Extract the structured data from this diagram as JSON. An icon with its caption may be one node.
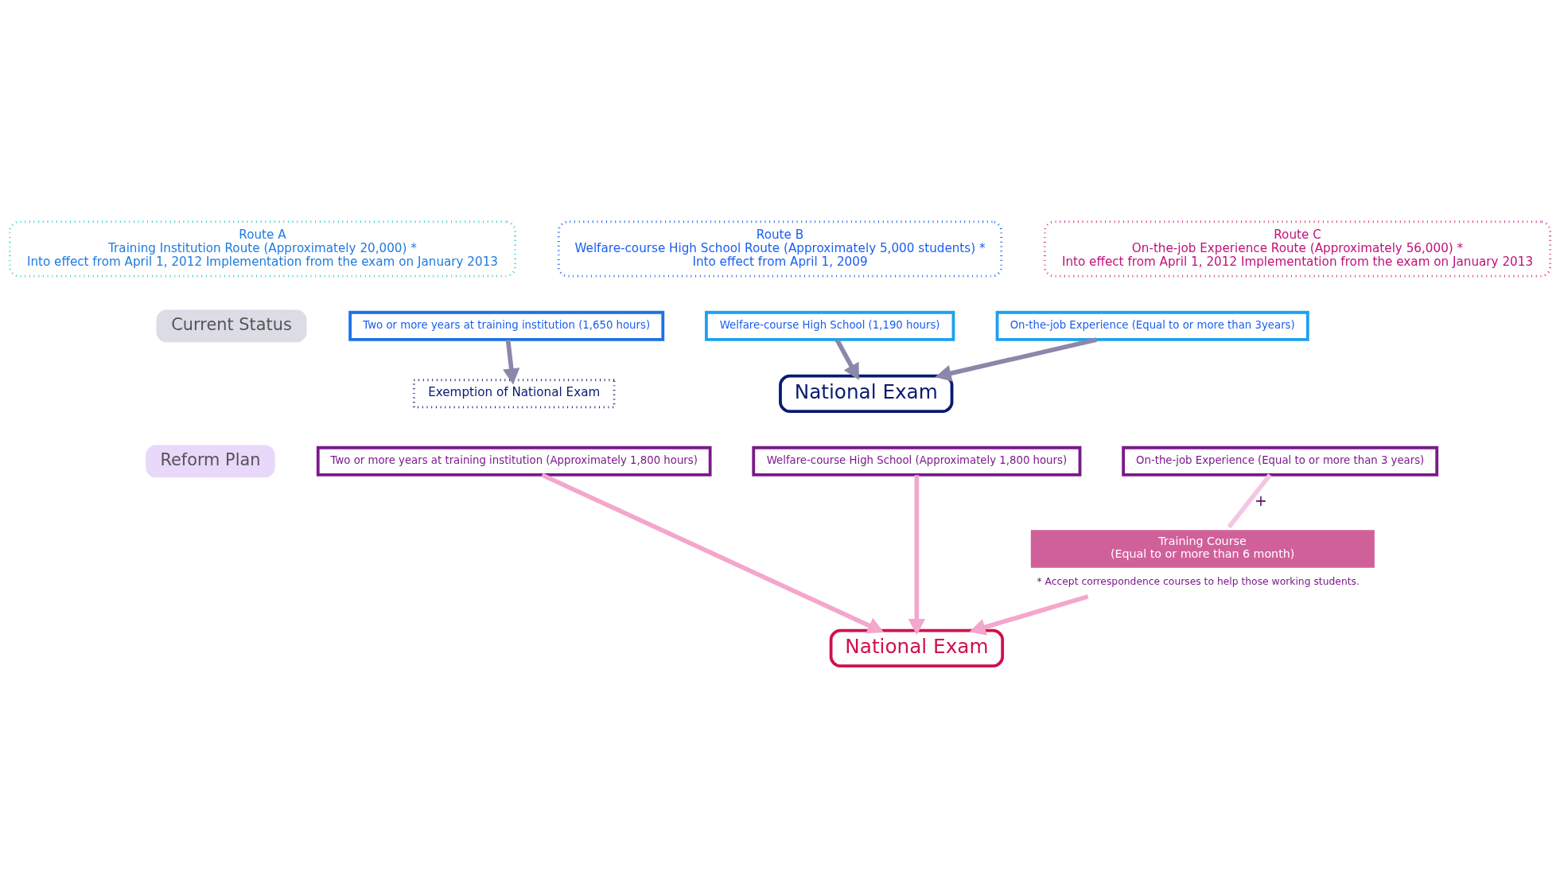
{
  "diagram": {
    "nodes": [
      {
        "text": [
          "Route A",
          "Training Institution Route (Approximately 20,000) *",
          "Into effect from April 1, 2012 Implementation from the exam on January 2013"
        ]
      },
      {
        "text": [
          "Route B",
          "Welfare-course High School Route (Approximately 5,000 students) *",
          "Into effect from April 1, 2009"
        ]
      },
      {
        "text": [
          "Route C",
          "On-the-job Experience Route (Approximately 56,000) *",
          "Into effect from April 1, 2012 Implementation from the exam on January 2013"
        ]
      },
      {
        "text": [
          "Current Status"
        ]
      },
      {
        "text": [
          "Reform Plan"
        ]
      },
      {
        "text": [
          "Two or more years at training institution (1,650 hours)"
        ]
      },
      {
        "text": [
          "Welfare-course High School (1,190 hours)"
        ]
      },
      {
        "text": [
          "On-the-job Experience (Equal to or more than 3years)"
        ]
      },
      {
        "text": [
          "Exemption of National Exam"
        ]
      },
      {
        "text": [
          "National Exam"
        ]
      },
      {
        "text": [
          "Two or more years at training institution (Approximately 1,800 hours)"
        ]
      },
      {
        "text": [
          "Welfare-course High School (Approximately 1,800 hours)"
        ]
      },
      {
        "text": [
          "On-the-job Experience (Equal to or more than 3 years)"
        ]
      },
      {
        "text": [
          "Training Course",
          "(Equal to or more than 6 month)"
        ],
        "beside": [
          "* Accept correspondence courses to help those working students."
        ]
      },
      {
        "text": [
          "National Exam"
        ]
      }
    ],
    "edges": [
      {
        "from": 5,
        "to": 8,
        "arrow": "to"
      },
      {
        "from": 6,
        "to": 9,
        "arrow": "to"
      },
      {
        "from": 7,
        "to": 9,
        "arrow": "to"
      },
      {
        "from": 12,
        "to": 13,
        "arrow": "none",
        "label": "+",
        "color": "#f4c6e4"
      },
      {
        "from": 10,
        "to": 14,
        "arrow": "to",
        "color": "#f4a6cc"
      },
      {
        "from": 11,
        "to": 14,
        "arrow": "to",
        "color": "#f4a6cc"
      },
      {
        "from": 13,
        "to": 14,
        "arrow": "to",
        "color": "#f4a6cc"
      }
    ]
  }
}
